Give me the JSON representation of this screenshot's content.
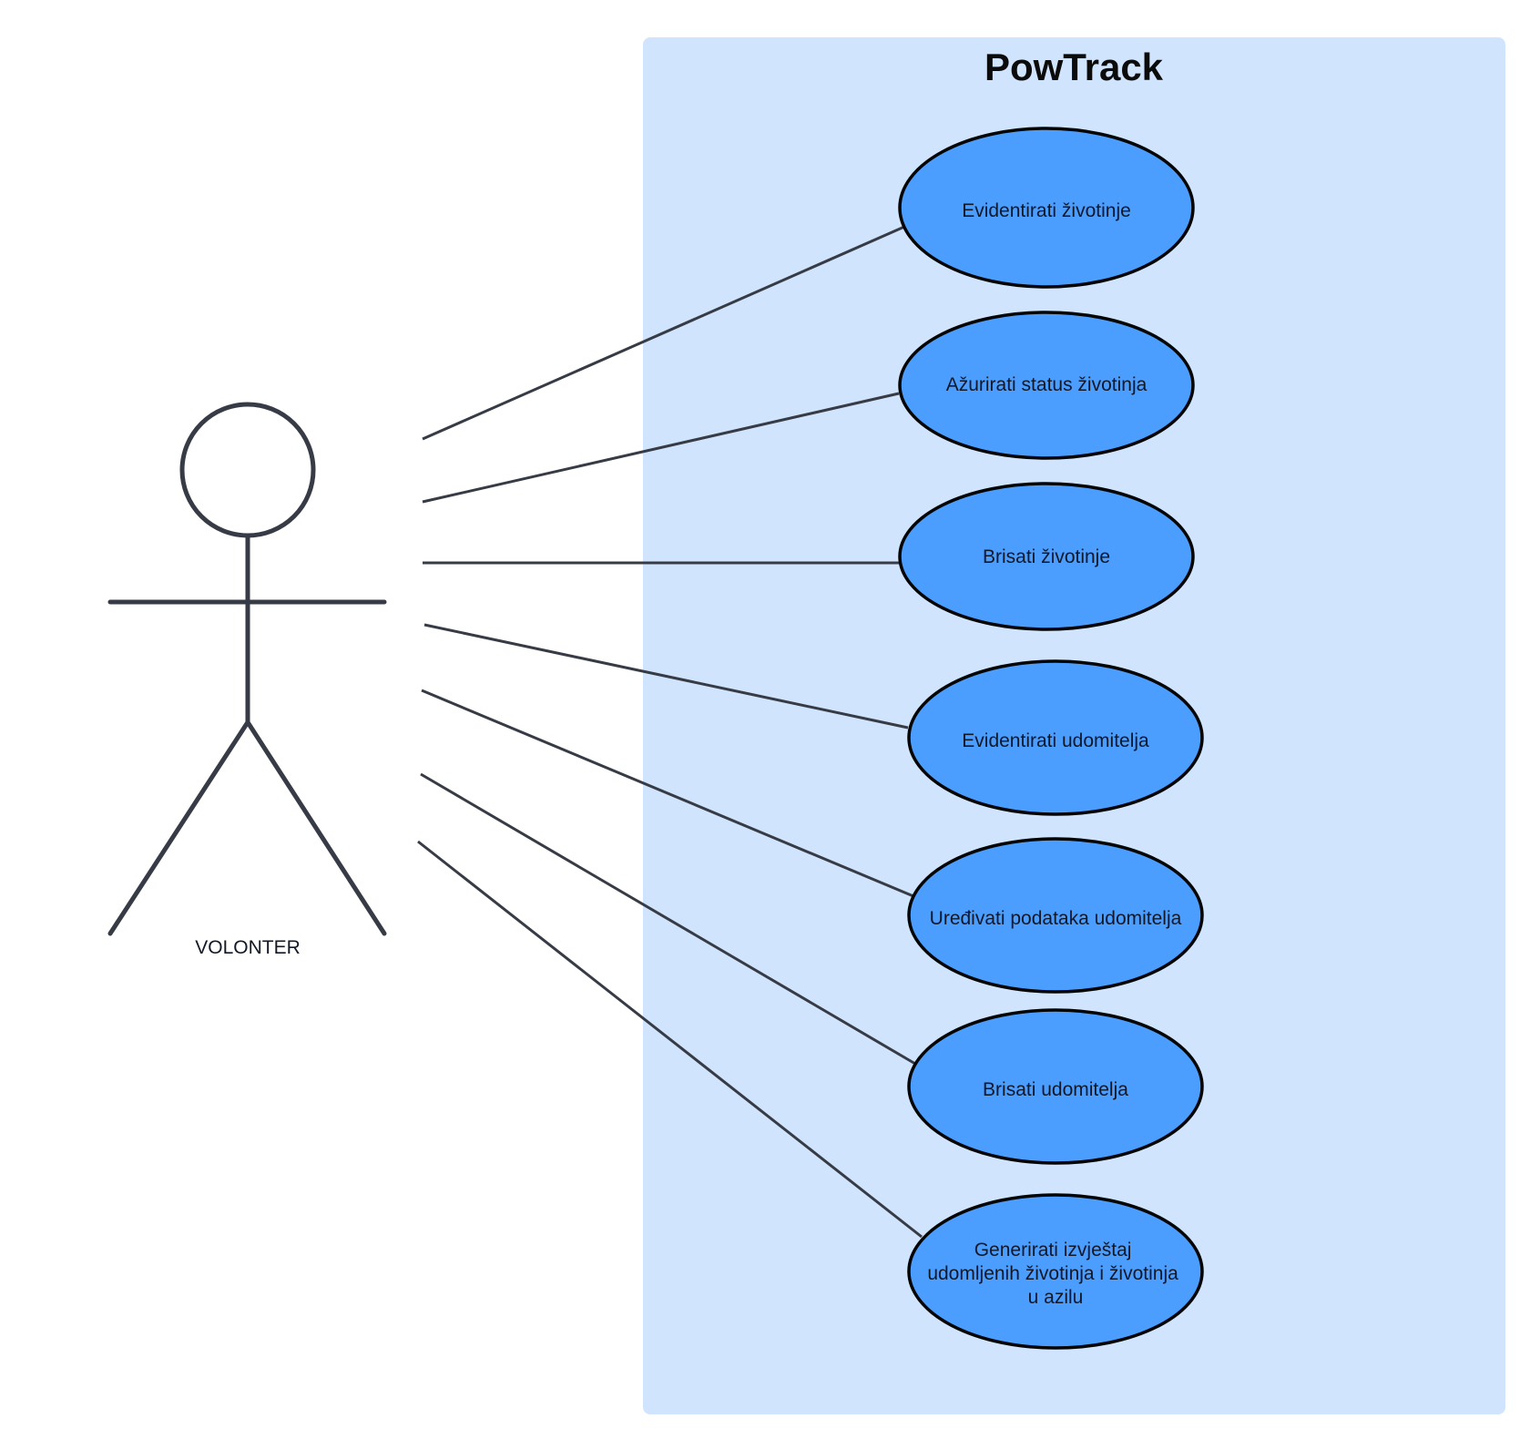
{
  "system": {
    "title": "PowTrack",
    "boundary_color": "#d0e4fd"
  },
  "actor": {
    "label": "VOLONTER",
    "stroke_color": "#363b45"
  },
  "use_cases": [
    {
      "id": "uc1",
      "lines": [
        "Evidentirati životinje"
      ]
    },
    {
      "id": "uc2",
      "lines": [
        "Ažurirati status životinja"
      ]
    },
    {
      "id": "uc3",
      "lines": [
        "Brisati životinje"
      ]
    },
    {
      "id": "uc4",
      "lines": [
        "Evidentirati udomitelja"
      ]
    },
    {
      "id": "uc5",
      "lines": [
        "Uređivati podataka udomitelja"
      ]
    },
    {
      "id": "uc6",
      "lines": [
        "Brisati udomitelja"
      ]
    },
    {
      "id": "uc7",
      "lines": [
        "Generirati izvještaj",
        "udomljenih životinja i životinja",
        "u azilu"
      ]
    }
  ],
  "colors": {
    "use_case_fill": "#4b9dfe",
    "use_case_stroke": "#050505",
    "association_line": "#363b45"
  }
}
